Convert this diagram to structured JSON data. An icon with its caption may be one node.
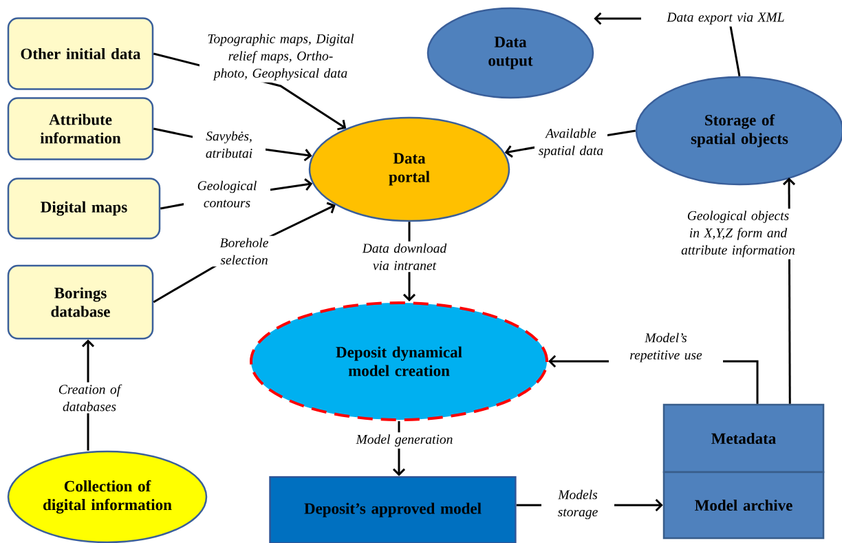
{
  "diagram": {
    "nodes": [
      {
        "text": [
          "Other initial data"
        ]
      },
      {
        "text": [
          "Attribute information"
        ]
      },
      {
        "text": [
          "Digital maps"
        ]
      },
      {
        "text": [
          "Borings database"
        ]
      },
      {
        "text": [
          "Collection of digital information"
        ]
      },
      {
        "text": [
          "Data portal"
        ]
      },
      {
        "text": [
          "Data output"
        ]
      },
      {
        "text": [
          "Storage of spatial objects"
        ]
      },
      {
        "text": [
          "Deposit dynamical model creation"
        ]
      },
      {
        "text": [
          "Deposit’s approved model"
        ]
      },
      {
        "text": [
          "Metadata"
        ]
      },
      {
        "text": [
          "Model archive"
        ]
      }
    ],
    "edges": [
      {
        "from": 0,
        "to": 5,
        "arrow": "to",
        "label": "Topographic maps, Digital relief maps, Ortho-photo, Geophysical data"
      },
      {
        "from": 1,
        "to": 5,
        "arrow": "to",
        "label": "Savybės, atributai"
      },
      {
        "from": 2,
        "to": 5,
        "arrow": "to",
        "label": "Geological contours"
      },
      {
        "from": 3,
        "to": 5,
        "arrow": "to",
        "label": "Borehole selection"
      },
      {
        "from": 4,
        "to": 3,
        "arrow": "to",
        "label": "Creation of databases"
      },
      {
        "from": 5,
        "to": 8,
        "arrow": "to",
        "label": "Data download via intranet"
      },
      {
        "from": 7,
        "to": 5,
        "arrow": "to",
        "label": "Available spatial data"
      },
      {
        "from": 7,
        "to": 6,
        "arrow": "to",
        "label": "Data export via XML"
      },
      {
        "from": 8,
        "to": 9,
        "arrow": "to",
        "label": "Model generation"
      },
      {
        "from": 9,
        "to": 11,
        "arrow": "to",
        "label": "Models storage"
      },
      {
        "from": 10,
        "to": 8,
        "arrow": "to",
        "label": "Model’s repetitive use"
      },
      {
        "from": 10,
        "to": 7,
        "arrow": "to",
        "label": "Geological objects in X,Y,Z form and attribute information"
      }
    ]
  }
}
